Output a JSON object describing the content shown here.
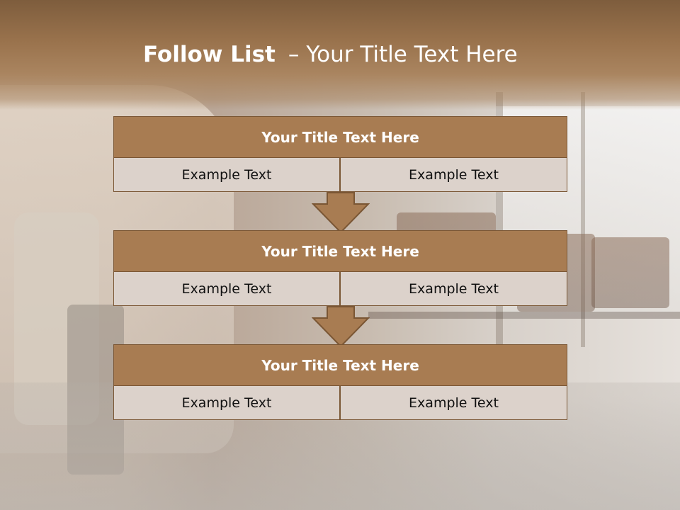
{
  "slide": {
    "title_bold": "Follow List",
    "title_dash": "–",
    "title_rest": "Your Title Text Here"
  },
  "blocks": [
    {
      "title": "Your Title Text Here",
      "left_text": "Example Text",
      "right_text": "Example Text"
    },
    {
      "title": "Your Title Text Here",
      "left_text": "Example Text",
      "right_text": "Example Text"
    },
    {
      "title": "Your Title Text Here",
      "left_text": "Example Text",
      "right_text": "Example Text"
    }
  ],
  "colors": {
    "header_band": "#9a734d",
    "block_header": "#a87c52",
    "block_cell": "#dcd2cb",
    "border": "#7a5634"
  }
}
